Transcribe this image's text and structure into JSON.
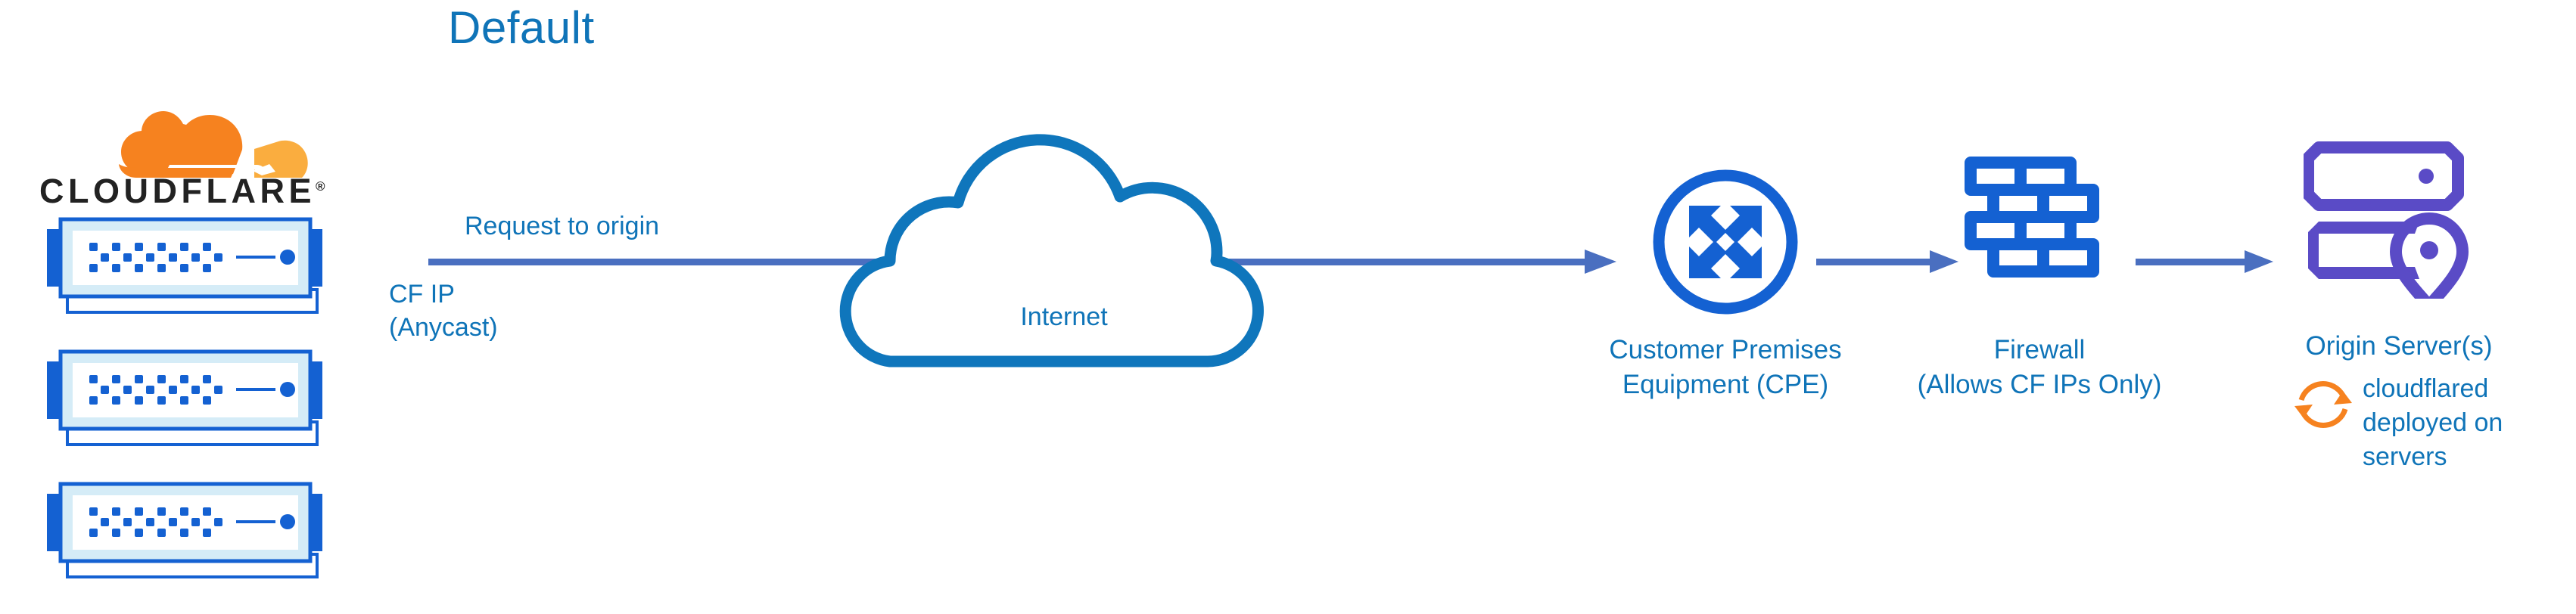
{
  "diagram": {
    "title": "Default",
    "colors": {
      "text_blue": "#0f74b8",
      "arrow_blue": "#4a6fc0",
      "icon_blue": "#1461d2",
      "cloud_blue": "#0f76bc",
      "purple": "#5a4bc6",
      "orange": "#f6821f",
      "orange_light": "#faad3f",
      "wordmark_black": "#222222"
    },
    "brand": {
      "logo_name": "cloudflare-cloud-logo",
      "wordmark": "CLOUDFLARE",
      "registered_mark": "®"
    },
    "nodes": [
      {
        "id": "cloudflare-edge",
        "icon": "server-rack-icon",
        "count": 3,
        "label": "CF IP\n(Anycast)"
      },
      {
        "id": "internet",
        "icon": "cloud-outline-icon",
        "label": "Internet"
      },
      {
        "id": "cpe",
        "icon": "router-arrows-circle-icon",
        "label": "Customer Premises\nEquipment (CPE)"
      },
      {
        "id": "firewall",
        "icon": "brick-wall-icon",
        "label": "Firewall\n(Allows CF IPs Only)"
      },
      {
        "id": "origin",
        "icon": "server-location-pin-icon",
        "label": "Origin Server(s)"
      }
    ],
    "connections": [
      {
        "id": "edge-to-cpe",
        "label": "Request to origin",
        "arrow": "right-arrow-icon"
      },
      {
        "id": "cpe-to-firewall",
        "label": "",
        "arrow": "right-arrow-icon"
      },
      {
        "id": "firewall-to-origin",
        "label": "",
        "arrow": "right-arrow-icon"
      }
    ],
    "annotations": [
      {
        "id": "cloudflared",
        "icon": "sync-circular-arrows-icon",
        "label": "cloudflared\ndeployed on\nservers"
      }
    ]
  }
}
